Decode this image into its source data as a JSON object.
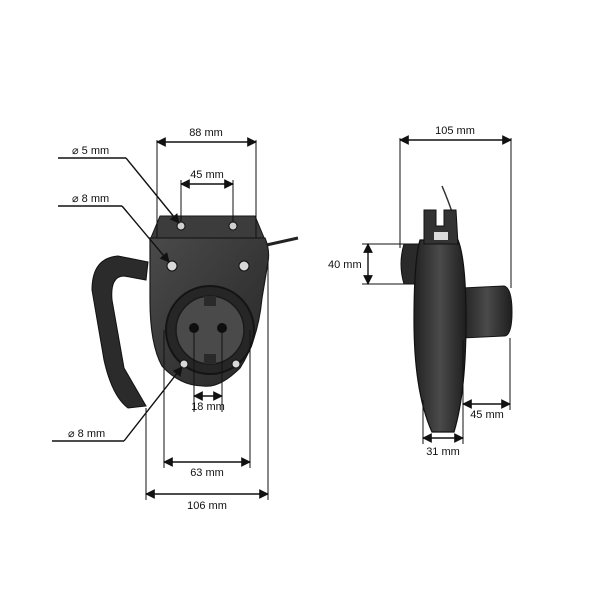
{
  "dimensions": {
    "front_width_top": "88 mm",
    "front_hole_5mm": "⌀ 5 mm",
    "front_hole_spacing_top": "45 mm",
    "front_hole_8mm_upper": "⌀ 8 mm",
    "front_hole_8mm_lower": "⌀ 8 mm",
    "front_pin_spacing": "18 mm",
    "front_width_mid": "63 mm",
    "front_width_bottom": "106 mm",
    "side_total_width": "105 mm",
    "side_hub_height": "40 mm",
    "side_housing_depth": "31 mm",
    "side_hub_depth": "45 mm"
  },
  "colors": {
    "body": "#3a3a3a",
    "body_dark": "#1f1f1f",
    "body_light": "#5a5a5a",
    "line": "#111111"
  }
}
